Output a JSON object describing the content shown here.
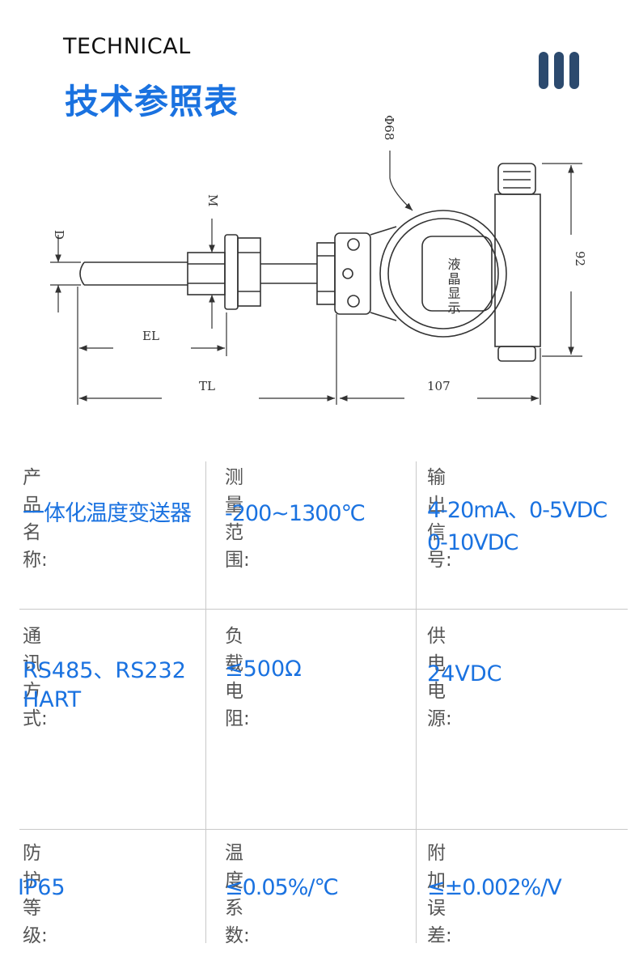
{
  "header": {
    "title_en": "TECHNICAL",
    "title_cn": "技术参照表"
  },
  "drawing": {
    "dim_phi68": "Φ68",
    "dim_m": "M",
    "dim_d": "D",
    "dim_92": "92",
    "dim_el": "EL",
    "dim_tl": "TL",
    "dim_107": "107",
    "lcd_text": "液晶显示"
  },
  "specs": [
    {
      "label": "产品名称:",
      "value": [
        "一体化温度变送器"
      ]
    },
    {
      "label": "测量范围:",
      "value": [
        "-200~1300℃"
      ]
    },
    {
      "label": "输出信号:",
      "value": [
        "4-20mA、0-5VDC",
        "0-10VDC"
      ]
    },
    {
      "label": "通讯方式:",
      "value": [
        "RS485、RS232",
        "HART"
      ]
    },
    {
      "label": "负载电阻:",
      "value": [
        "≤500Ω"
      ]
    },
    {
      "label": "供电电源:",
      "value": [
        "24VDC"
      ]
    },
    {
      "label": "防护等级:",
      "value": [
        "IP65"
      ]
    },
    {
      "label": "温度系数:",
      "value": [
        "≤0.05%/℃"
      ]
    },
    {
      "label": "附加误差:",
      "value": [
        "≤±0.002%/V"
      ]
    }
  ]
}
